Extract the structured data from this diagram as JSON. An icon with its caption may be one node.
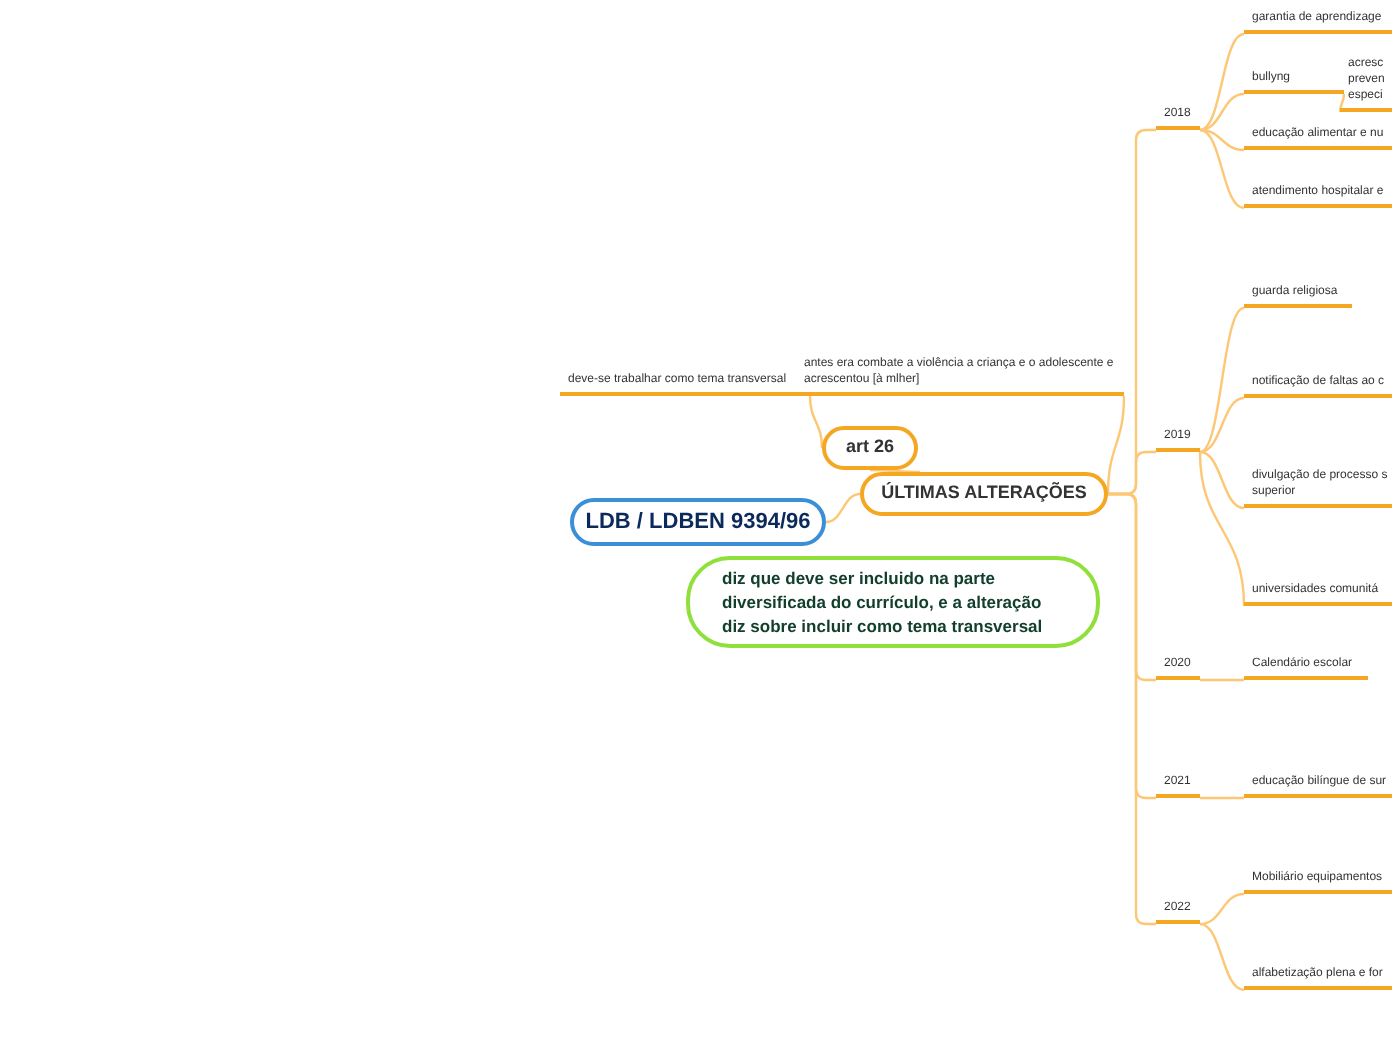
{
  "diagram": {
    "nodes": [
      {
        "text": [
          "LDB / LDBEN 9394/96"
        ]
      },
      {
        "text": [
          "ÚLTIMAS ALTERAÇÕES"
        ]
      },
      {
        "text": [
          "diz que deve ser incluido na parte diversificada do currículo, e a alteração diz sobre incluir como tema transversal"
        ]
      },
      {
        "text": [
          "art 26"
        ]
      },
      {
        "text": [
          "deve-se trabalhar como tema transversal"
        ]
      },
      {
        "text": [
          "antes era combate a violência  a criança e o adolescente e acrescentou [à mlher]"
        ]
      },
      {
        "text": [
          "2018"
        ]
      },
      {
        "text": [
          "garantia de aprendizage"
        ]
      },
      {
        "text": [
          "bullyng"
        ]
      },
      {
        "text": [
          "acresc preven especi"
        ]
      },
      {
        "text": [
          "educação alimentar e nu"
        ]
      },
      {
        "text": [
          "atendimento hospitalar e"
        ]
      },
      {
        "text": [
          "2019"
        ]
      },
      {
        "text": [
          "guarda religiosa"
        ]
      },
      {
        "text": [
          "notificação de faltas ao c"
        ]
      },
      {
        "text": [
          "divulgação de processo s superior"
        ]
      },
      {
        "text": [
          "universidades  comunitá"
        ]
      },
      {
        "text": [
          "2020"
        ]
      },
      {
        "text": [
          "Calendário escolar"
        ]
      },
      {
        "text": [
          "2021"
        ]
      },
      {
        "text": [
          "educação bilíngue de sur"
        ]
      },
      {
        "text": [
          "2022"
        ]
      },
      {
        "text": [
          "Mobiliário equipamentos"
        ]
      },
      {
        "text": [
          "alfabetização plena e for"
        ]
      }
    ],
    "edges": [
      {
        "from": 0,
        "to": 1,
        "arrow": "none"
      },
      {
        "from": 1,
        "to": 3,
        "arrow": "none"
      },
      {
        "from": 3,
        "to": 4,
        "arrow": "none"
      },
      {
        "from": 1,
        "to": 5,
        "arrow": "none"
      },
      {
        "from": 1,
        "to": 6,
        "arrow": "none"
      },
      {
        "from": 1,
        "to": 12,
        "arrow": "none"
      },
      {
        "from": 1,
        "to": 17,
        "arrow": "none"
      },
      {
        "from": 1,
        "to": 19,
        "arrow": "none"
      },
      {
        "from": 1,
        "to": 21,
        "arrow": "none"
      },
      {
        "from": 6,
        "to": 7,
        "arrow": "none"
      },
      {
        "from": 6,
        "to": 8,
        "arrow": "none"
      },
      {
        "from": 8,
        "to": 9,
        "arrow": "none"
      },
      {
        "from": 6,
        "to": 10,
        "arrow": "none"
      },
      {
        "from": 6,
        "to": 11,
        "arrow": "none"
      },
      {
        "from": 12,
        "to": 13,
        "arrow": "none"
      },
      {
        "from": 12,
        "to": 14,
        "arrow": "none"
      },
      {
        "from": 12,
        "to": 15,
        "arrow": "none"
      },
      {
        "from": 12,
        "to": 16,
        "arrow": "none"
      },
      {
        "from": 17,
        "to": 18,
        "arrow": "none"
      },
      {
        "from": 19,
        "to": 20,
        "arrow": "none"
      },
      {
        "from": 21,
        "to": 22,
        "arrow": "none"
      },
      {
        "from": 21,
        "to": 23,
        "arrow": "none"
      }
    ]
  }
}
